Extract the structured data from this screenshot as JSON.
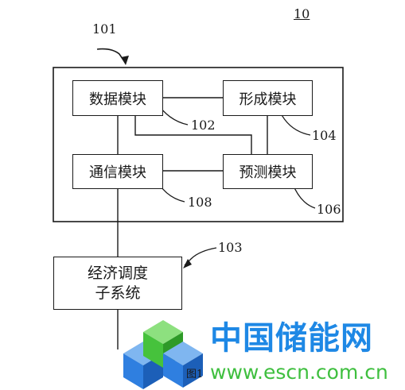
{
  "diagram": {
    "system_label": "10",
    "outer_label": "101",
    "modules": {
      "data": {
        "label": "数据模块",
        "ref": "102"
      },
      "forming": {
        "label": "形成模块",
        "ref": "104"
      },
      "communication": {
        "label": "通信模块",
        "ref": "108"
      },
      "prediction": {
        "label": "预测模块",
        "ref": "106"
      }
    },
    "subsystem": {
      "label_line1": "经济调度",
      "label_line2": "子系统",
      "ref": "103"
    },
    "figure_caption": "图1"
  },
  "watermark": {
    "title": "中国储能网",
    "url": "www.escn.com.cn",
    "colors": {
      "blue": "#1e88e5",
      "green": "#3fbf3f",
      "cube_blue": "#2f7fe0",
      "cube_green": "#46c23c"
    }
  }
}
